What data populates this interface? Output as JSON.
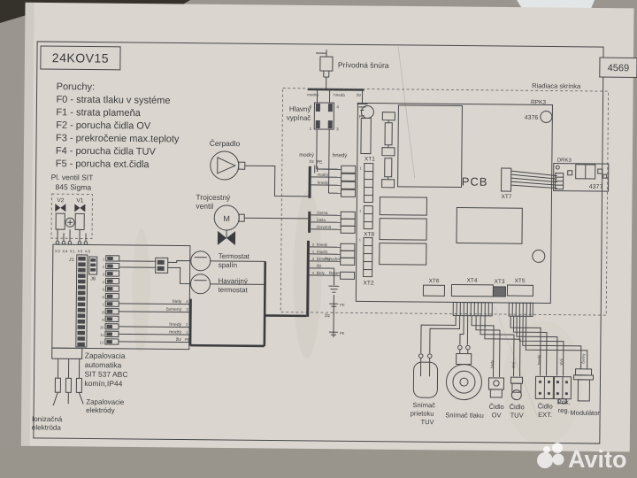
{
  "meta": {
    "model": "24KOV15",
    "sheet": "4569",
    "watermark": "Avito"
  },
  "faults": {
    "title": "Poruchy:",
    "items": [
      "F0 - strata tlaku v systéme",
      "F1 - strata plameňa",
      "F2 - porucha čidla OV",
      "F3 - prekročenie max.teploty",
      "F4 - porucha čidla TUV",
      "F5 - porucha ext.čidla"
    ]
  },
  "power": {
    "cord": "Prívodná šnúra",
    "switch_line1": "Hlavný",
    "switch_line2": "vypínač",
    "pe": "PE",
    "bus_labels": [
      "modrá",
      "hnedá",
      "žlz"
    ],
    "switch_pins": [
      "2",
      "4",
      "1",
      "3"
    ],
    "feed_labels": [
      "modrý",
      "hnedý"
    ]
  },
  "gas_valve": {
    "title_line1": "Pl. ventil SIT",
    "title_line2": "845 Sigma",
    "v2": "V2",
    "v1": "V1",
    "terminals": "X3 X4 X1 X5 X6",
    "j1": "J1",
    "j8": "J8"
  },
  "ignition": {
    "lines": [
      "Zapalovacia",
      "automatika",
      "SIT 537 ABC",
      "komín,IP44"
    ],
    "electrodes_line1": "Zapalovacie",
    "electrodes_line2": "elektródy",
    "ionization_line1": "Ionizačná",
    "ionization_line2": "elektróda",
    "strip_pins": [
      "1",
      "2",
      "3",
      "4",
      "5",
      "6",
      "7",
      "8",
      "9",
      "10",
      "11",
      "12"
    ]
  },
  "harness": {
    "rows": [
      {
        "color": "biely",
        "pin": "4"
      },
      {
        "color": "červený",
        "pin": "3"
      },
      {
        "color": "hnedý",
        "pin": "2"
      },
      {
        "color": "modrý",
        "pin": "1"
      },
      {
        "color": "žlz",
        "pin": "PE"
      }
    ]
  },
  "components": {
    "pump": "Čerpadlo",
    "valve3_line1": "Trojcestný",
    "valve3_line2": "ventil",
    "valve3_m": "M",
    "flue_line1": "Termostat",
    "flue_line2": "spalín",
    "safety_line1": "Havarijný",
    "safety_line2": "termostat"
  },
  "blocks": {
    "mains": {
      "pe_label": "žlz",
      "pe": "PE",
      "rows": [
        "modrý",
        "hnedý"
      ]
    },
    "valve": {
      "rows": [
        "čierna",
        "biela",
        "červená"
      ]
    },
    "thermo": {
      "rows": [
        {
          "pin": "2",
          "color": "hnedý",
          "note": ""
        },
        {
          "pin": "1",
          "color": "modrý",
          "note": ""
        },
        {
          "pin": "3",
          "color": "červený",
          "note": "Porucha"
        },
        {
          "pin": "",
          "color": "žlz",
          "note": ""
        },
        {
          "pin": "4",
          "color": "biely",
          "note": "Reset"
        }
      ]
    },
    "earth": {
      "label": "žlz",
      "pe1": "PE",
      "pe2": "PE"
    }
  },
  "board": {
    "box_label": "Riadiaca skrinka",
    "pcb": "PCB",
    "rpk3": "RPK3",
    "code_4376": "4376",
    "drk3": "DRK3",
    "code_4377": "4377",
    "xt1": "XT1",
    "xt8": "XT8",
    "xt2": "XT2",
    "xt7": "XT7",
    "xt6": "XT6",
    "xt4": "XT4",
    "xt3": "XT3",
    "xt5": "XT5",
    "pin1": "1"
  },
  "sensors": {
    "flow": [
      "Snímač",
      "prietoku",
      "TUV"
    ],
    "pressure": "Snímač tlaku",
    "ov": [
      "Čidlo",
      "OV"
    ],
    "tuv": [
      "Čidlo",
      "TUV"
    ],
    "ext": [
      "Čidlo",
      "EXT."
    ],
    "pok": [
      "Pok.",
      "reg."
    ],
    "modulator": "Modulátor",
    "wire_labels": [
      "biely",
      "sivý",
      "hnedý",
      "sivý",
      "čierny"
    ]
  }
}
